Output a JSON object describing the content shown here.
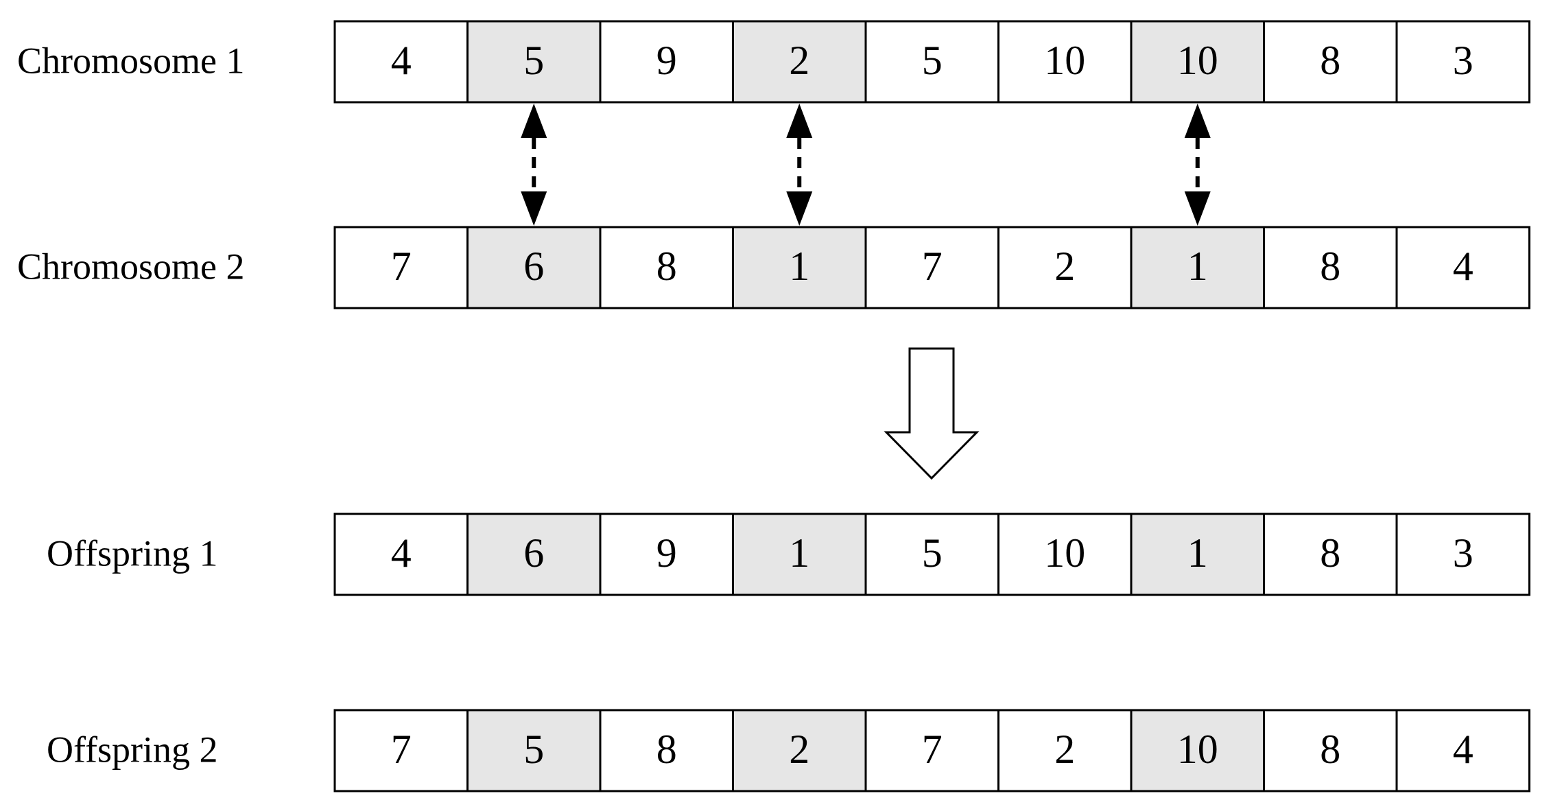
{
  "colors": {
    "highlight": "#e6e6e6",
    "plain": "#ffffff",
    "stroke": "#000000"
  },
  "swap_positions": [
    1,
    3,
    6
  ],
  "rows": [
    {
      "id": "chromosome-1",
      "label": "Chromosome 1",
      "genes": [
        "4",
        "5",
        "9",
        "2",
        "5",
        "10",
        "10",
        "8",
        "3"
      ]
    },
    {
      "id": "chromosome-2",
      "label": "Chromosome 2",
      "genes": [
        "7",
        "6",
        "8",
        "1",
        "7",
        "2",
        "1",
        "8",
        "4"
      ]
    },
    {
      "id": "offspring-1",
      "label": "Offspring 1",
      "genes": [
        "4",
        "6",
        "9",
        "1",
        "5",
        "10",
        "1",
        "8",
        "3"
      ]
    },
    {
      "id": "offspring-2",
      "label": "Offspring 2",
      "genes": [
        "7",
        "5",
        "8",
        "2",
        "7",
        "2",
        "10",
        "8",
        "4"
      ]
    }
  ],
  "transition_arrow": {
    "icon": "hollow-down-arrow-icon"
  },
  "swap_arrow": {
    "icon": "dashed-double-arrow-icon"
  }
}
